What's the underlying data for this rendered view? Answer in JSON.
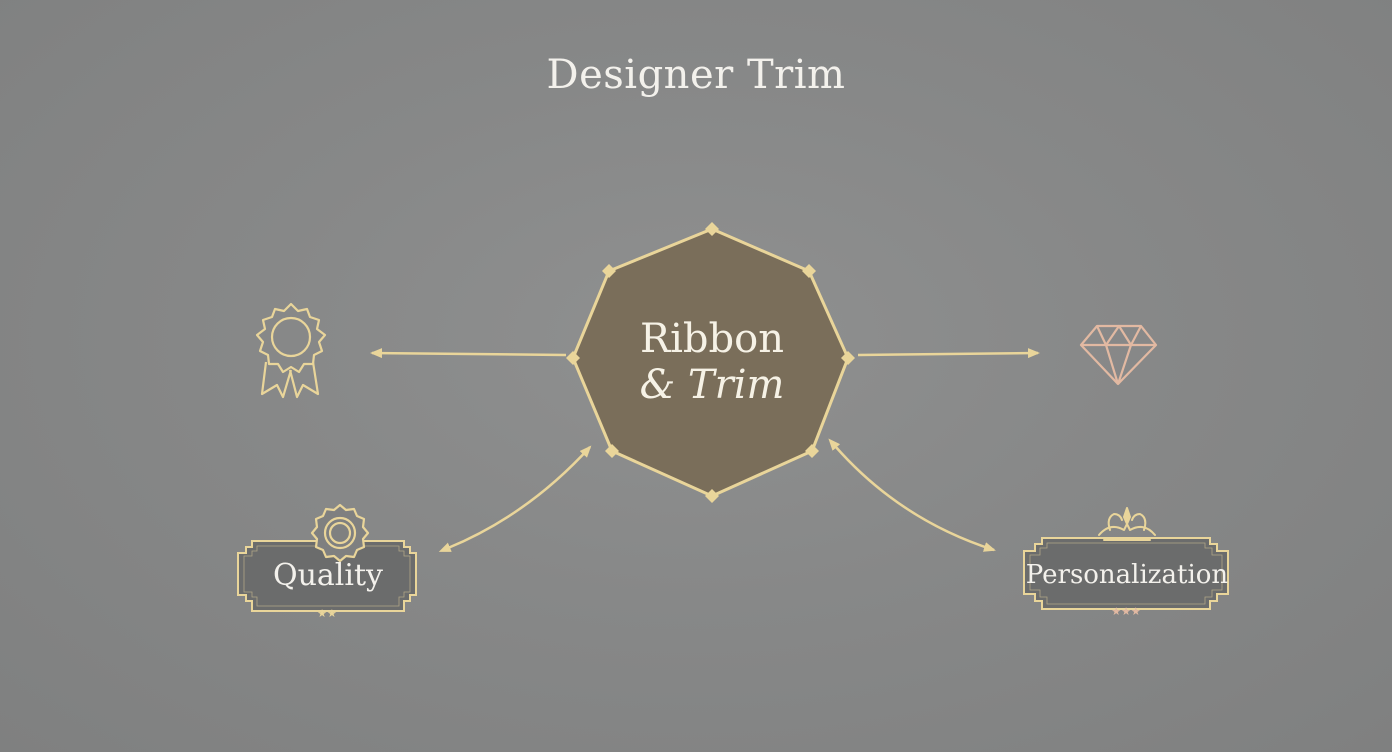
{
  "title": "Designer Trim",
  "center": {
    "line1": "Ribbon",
    "line2": "& Trim"
  },
  "nodes": {
    "quality": {
      "label": "Quality",
      "stars": "★★"
    },
    "personalization": {
      "label": "Personalization",
      "stars": "★★★"
    }
  },
  "colors": {
    "background": "#888989",
    "gold": "#e9d59a",
    "octagon_fill": "#7a6e5a",
    "plaque_fill": "#6b6c6c",
    "rose_gold": "#e2b9a2"
  },
  "icons": [
    "award-ribbon-icon",
    "diamond-icon",
    "badge-icon",
    "crown-icon"
  ]
}
